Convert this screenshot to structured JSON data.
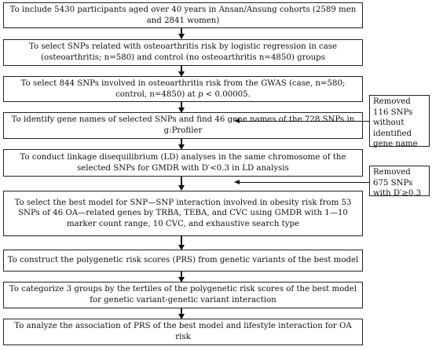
{
  "flowchart": {
    "steps": [
      {
        "text": "To include 5430 participants aged over 40 years in Ansan/Ansung cohorts  (2589 men and 2841 women)"
      },
      {
        "text": "To select SNPs related with osteoarthritis risk by logistic regression in case (osteoarthritis; n=580) and control (no osteoarthritis n=4850) groups"
      },
      {
        "text": "To select 844 SNPs involved in osteoarthritis risk from the GWAS (case, n=580; control, n=4850) at p < 0.00005."
      },
      {
        "text": "To identify gene names of selected SNPs and find 46 gene names of the 728 SNPs in g:Profiler"
      },
      {
        "text": "To conduct linkage disequilibrium (LD) analyses in the same chromosome of the selected SNPs for GMDR with D′<0.3 in LD analysis"
      },
      {
        "text": "To select the best model for SNP—SNP interaction involved in obesity risk from 53 SNPs of 46 OA—related genes by TRBA, TEBA, and CVC using GMDR with 1—10 marker count range, 10 CVC, and exhaustive search type"
      },
      {
        "text": "To construct the polygenetic risk scores (PRS) from genetic variants of the best model"
      },
      {
        "text": "To categorize 3 groups by the tertiles of the polygenetic risk scores of the best model for genetic variant-genetic variant interaction"
      },
      {
        "text": "To analyze the association of PRS of the best model and lifestyle interaction for OA risk"
      }
    ],
    "removed": [
      {
        "text": "Removed 116 SNPs without identified gene name"
      },
      {
        "text": "Removed 675 SNPs with D′≥0.3"
      }
    ]
  }
}
